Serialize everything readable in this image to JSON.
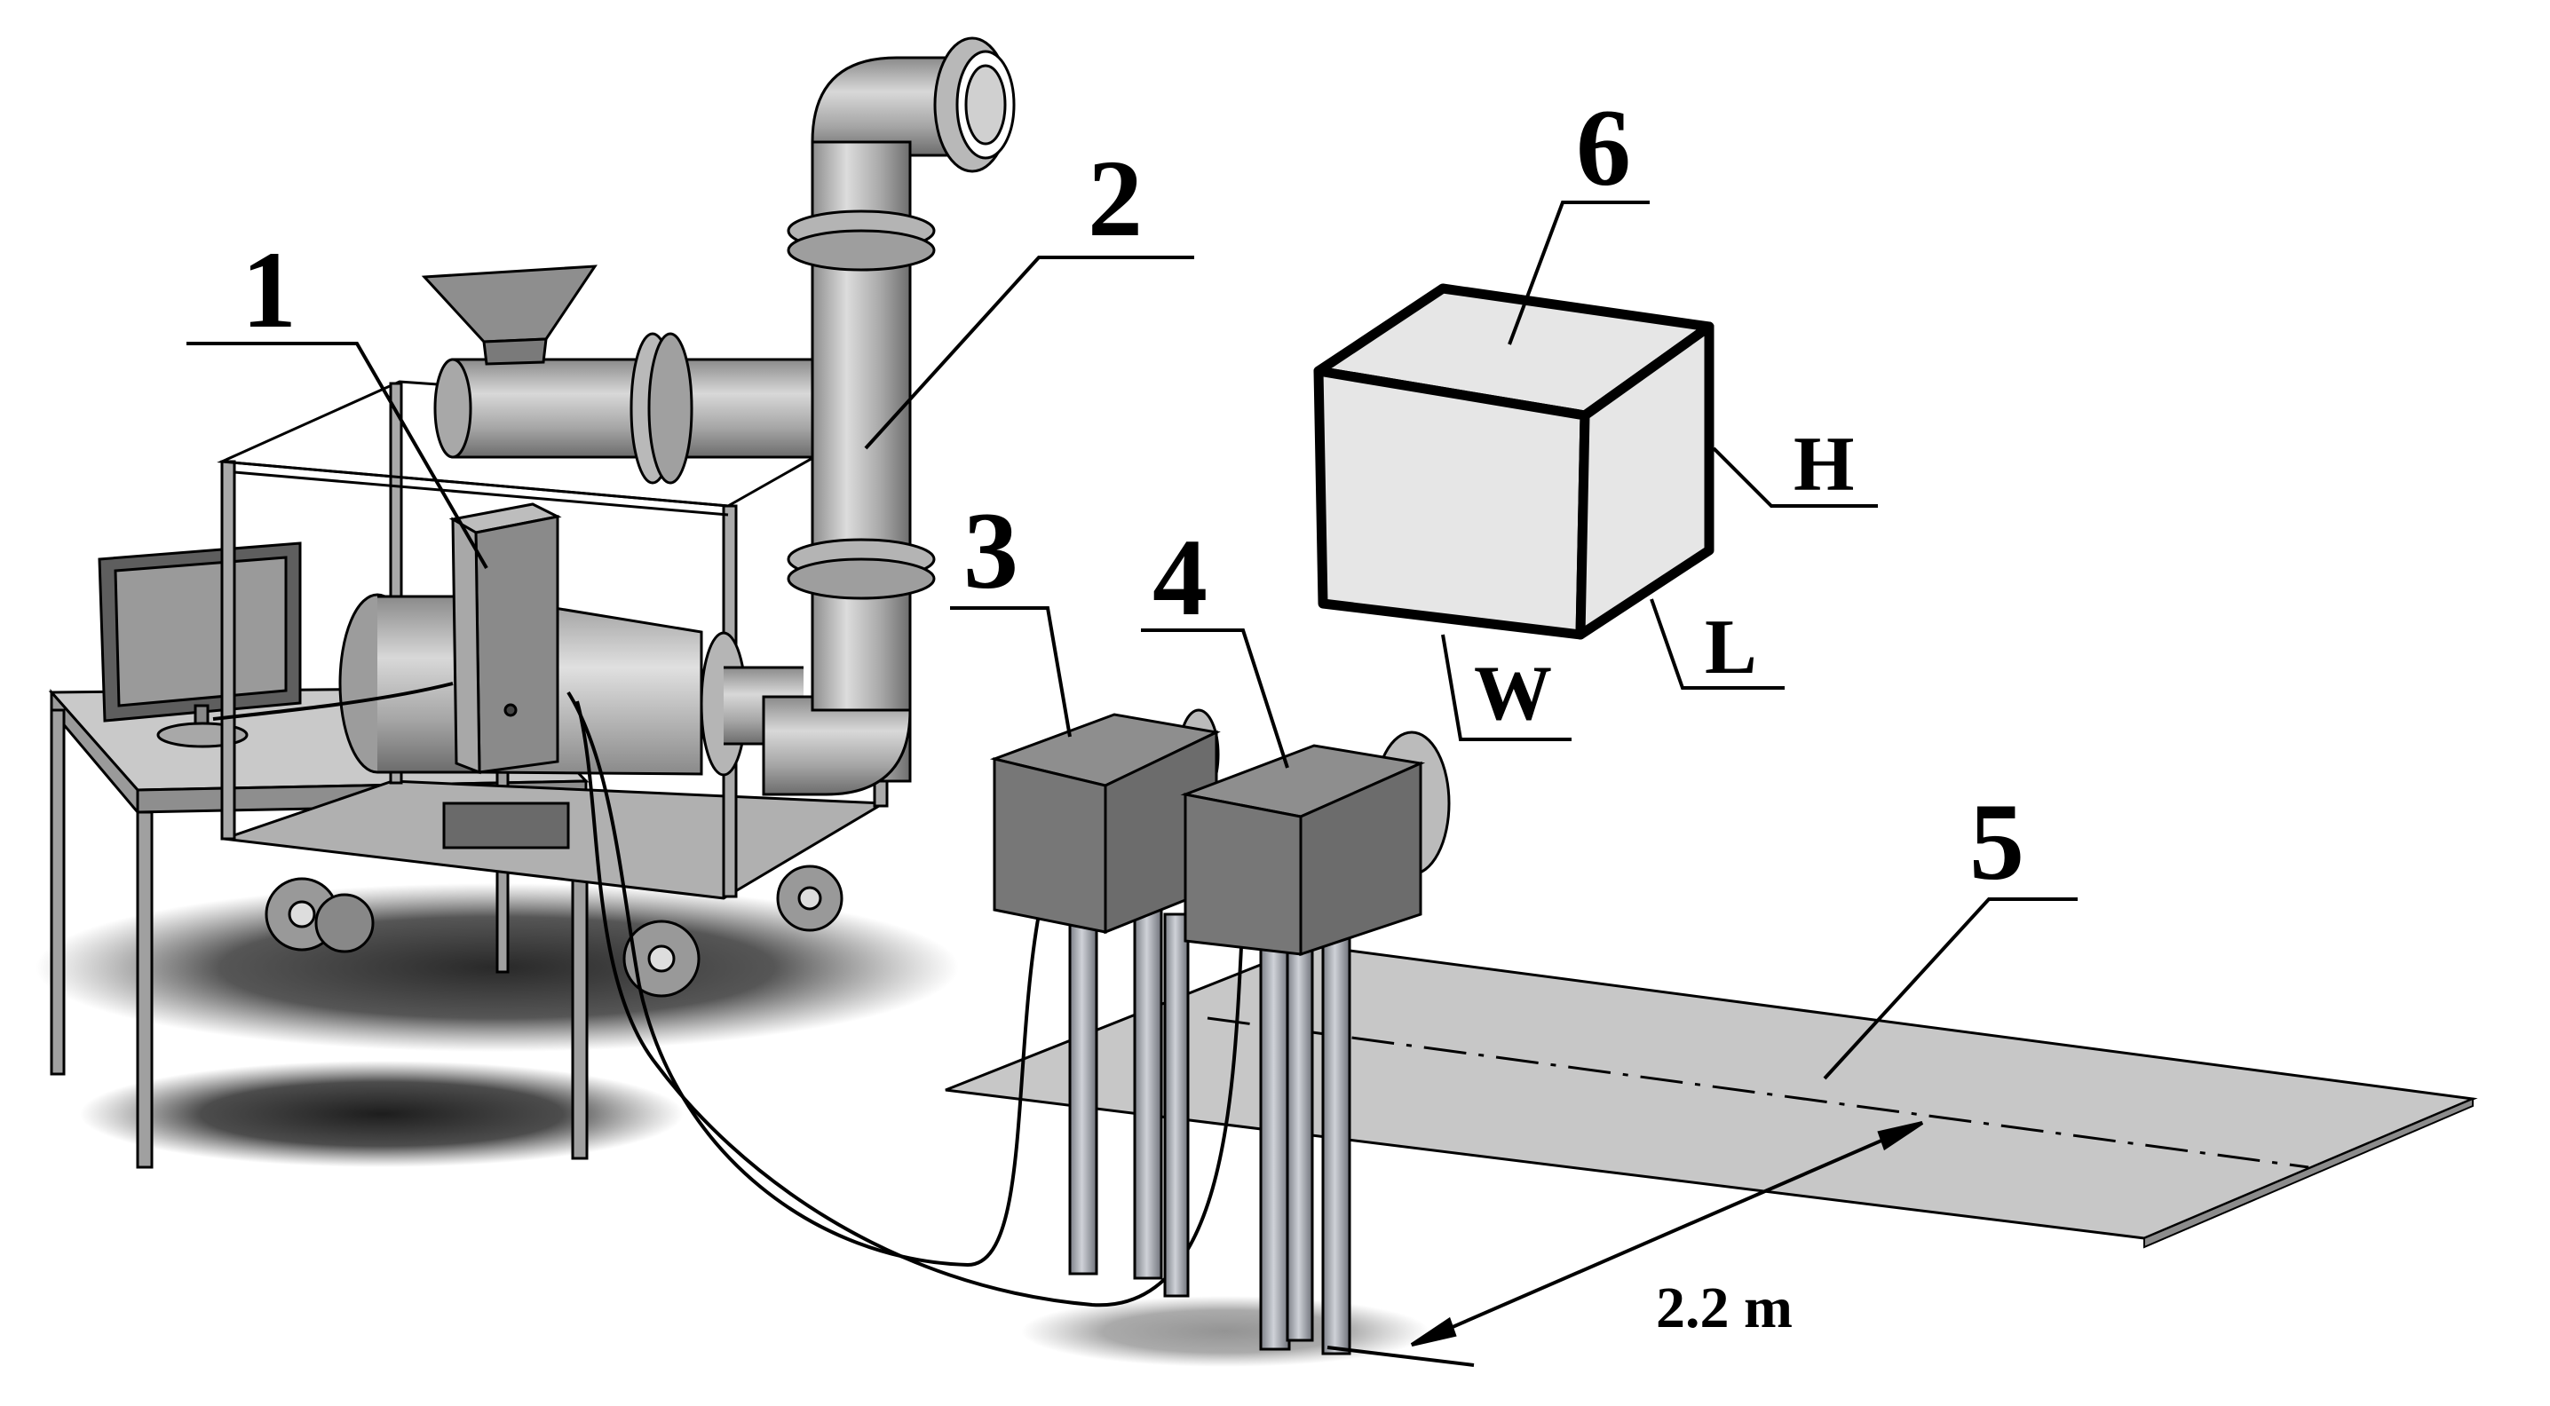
{
  "labels": {
    "part_1": "1",
    "part_2": "2",
    "part_3": "3",
    "part_4": "4",
    "part_5": "5",
    "part_6": "6",
    "height": "H",
    "width": "W",
    "length": "L",
    "distance": "2.2 m"
  },
  "colors": {
    "equipment_fill": "#b8b8b8",
    "box_fill": "#7c7c7c",
    "sample_fill": "#e8e8e8",
    "shadow": "#202020",
    "outline": "#000000",
    "sheet_fill": "#c7c7c7"
  }
}
